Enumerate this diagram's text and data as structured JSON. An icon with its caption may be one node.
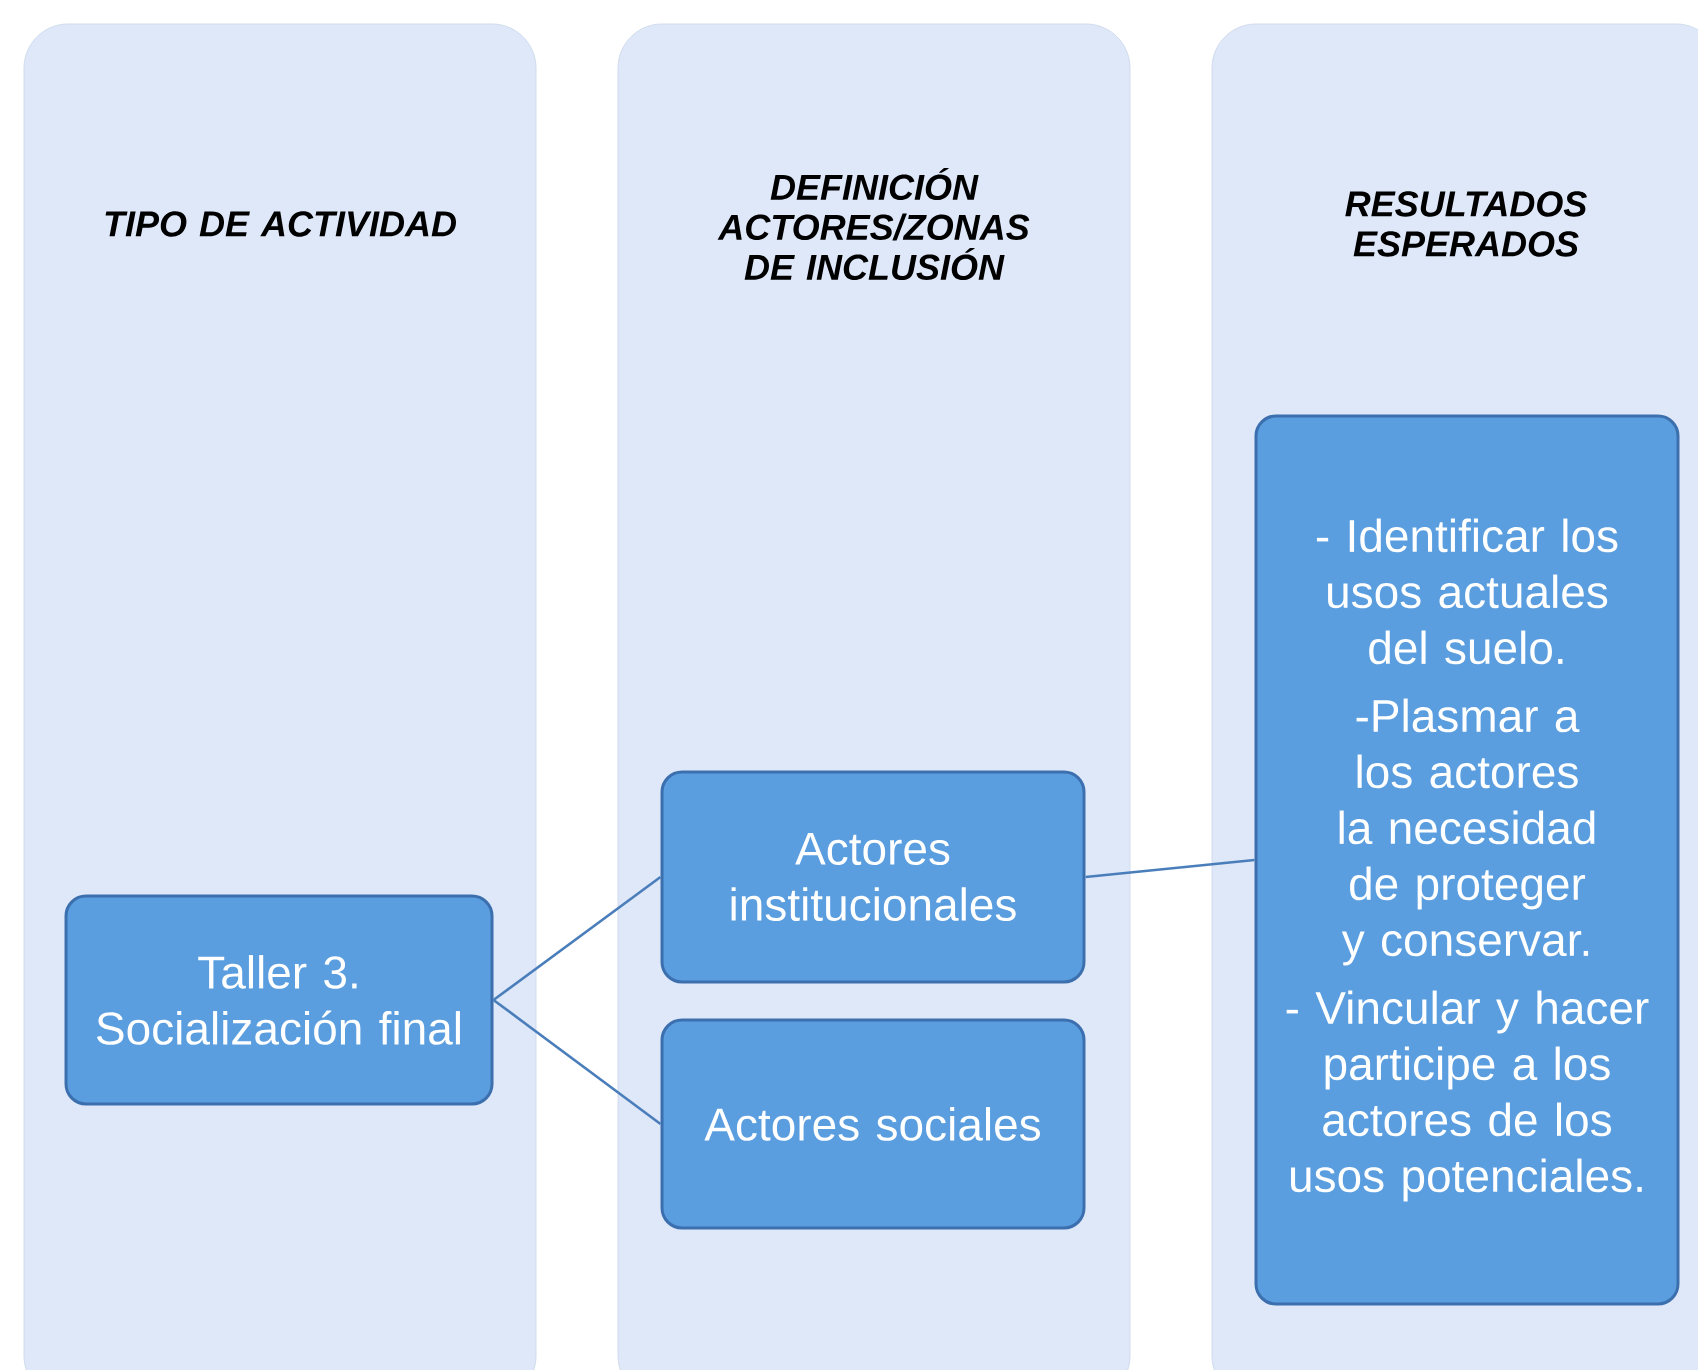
{
  "diagram": {
    "nodes": [
      {
        "text": [
          "TIPO DE ACTIVIDAD"
        ]
      },
      {
        "text": [
          "DEFINICIÓN ACTORES/ZONAS DE INCLUSIÓN"
        ]
      },
      {
        "text": [
          "RESULTADOS ESPERADOS"
        ]
      },
      {
        "text": [
          "Taller 3. Socialización final"
        ],
        "in": 0
      },
      {
        "text": [
          "Actores institucionales"
        ],
        "in": 1
      },
      {
        "text": [
          "Actores sociales"
        ],
        "in": 1
      },
      {
        "text": [
          "- Identificar los usos actuales del suelo.",
          "-Plasmar a los actores la necesidad de proteger y conservar.",
          "- Vincular y hacer participe a los actores de los usos potenciales."
        ],
        "in": 2
      }
    ],
    "edges": [
      {
        "from": 3,
        "to": 4,
        "arrow": "none"
      },
      {
        "from": 3,
        "to": 5,
        "arrow": "none"
      },
      {
        "from": 4,
        "to": 6,
        "arrow": "none"
      }
    ]
  }
}
